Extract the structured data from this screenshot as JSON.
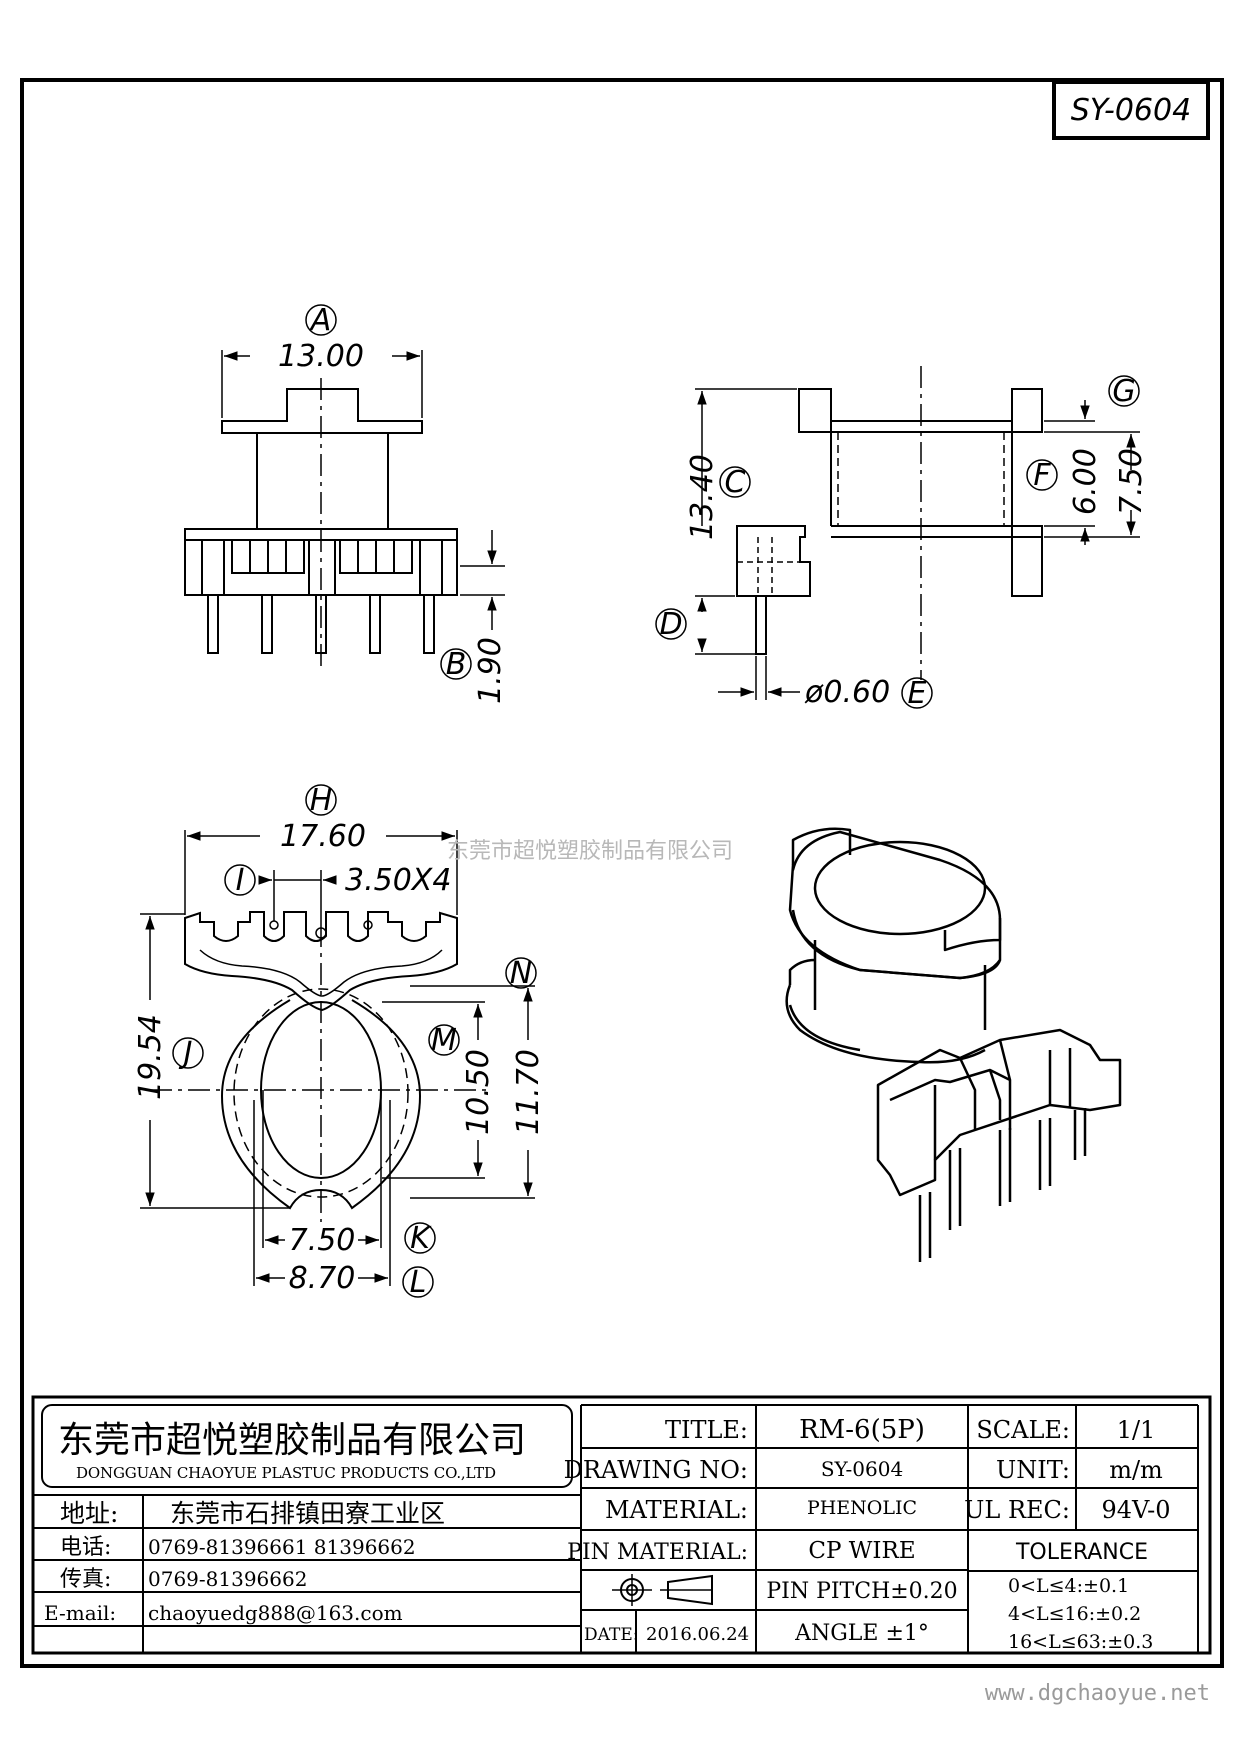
{
  "drawing_code": "SY-0604",
  "watermark_company": "东莞市超悦塑胶制品有限公司",
  "website": "www.dgchaoyue.net",
  "dims": {
    "A": "A",
    "A_val": "13.00",
    "B": "B",
    "B_val": "1.90",
    "C": "C",
    "C_val": "13.40",
    "D": "D",
    "E": "E",
    "E_val": "ø0.60",
    "F": "F",
    "F_val": "6.00",
    "G": "G",
    "G_val": "7.50",
    "H": "H",
    "H_val": "17.60",
    "I": "I",
    "I_val": "3.50X4",
    "J": "J",
    "J_val": "19.54",
    "K": "K",
    "K_val": "7.50",
    "L": "L",
    "L_val": "8.70",
    "M": "M",
    "M_val": "10.50",
    "N": "N",
    "N_val": "11.70"
  },
  "title_block": {
    "company_cn": "东莞市超悦塑胶制品有限公司",
    "company_en": "DONGGUAN CHAOYUE PLASTUC PRODUCTS CO.,LTD",
    "address_label": "地址:",
    "address": "东莞市石排镇田寮工业区",
    "phone_label": "电话:",
    "phone": "0769-81396661   81396662",
    "fax_label": "传真:",
    "fax": "0769-81396662",
    "email_label": "E-mail:",
    "email": "chaoyuedg888@163.com",
    "title_label": "TITLE:",
    "title": "RM-6(5P)",
    "drawing_no_label": "DRAWING NO:",
    "drawing_no": "SY-0604",
    "material_label": "MATERIAL:",
    "material": "PHENOLIC",
    "pin_material_label": "PIN MATERIAL:",
    "pin_material": "CP WIRE",
    "pin_pitch": "PIN PITCH±0.20",
    "date_label": "DATE:",
    "date": "2016.06.24",
    "angle": "ANGLE  ±1°",
    "scale_label": "SCALE:",
    "scale": "1/1",
    "unit_label": "UNIT:",
    "unit": "m/m",
    "ul_label": "UL REC:",
    "ul": "94V-0",
    "tolerance_label": "TOLERANCE",
    "tol1": "0<L≤4:±0.1",
    "tol2": "4<L≤16:±0.2",
    "tol3": "16<L≤63:±0.3"
  }
}
